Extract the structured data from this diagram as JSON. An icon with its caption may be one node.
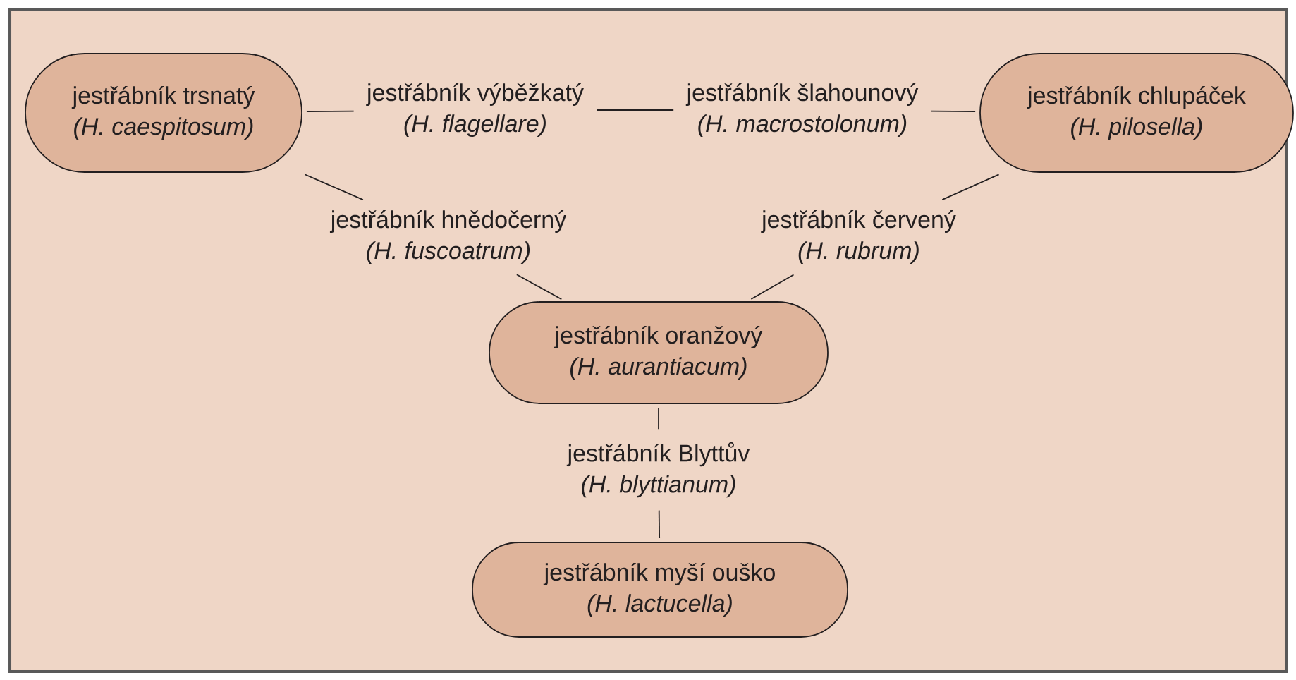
{
  "diagram": {
    "nodes": [
      {
        "text": [
          "jestřábník trsnatý",
          "(H. caespitosum)"
        ]
      },
      {
        "text": [
          "jestřábník chlupáček",
          "(H. pilosella)"
        ]
      },
      {
        "text": [
          "jestřábník oranžový",
          "(H. aurantiacum)"
        ]
      },
      {
        "text": [
          "jestřábník myší ouško",
          "(H. lactucella)"
        ]
      },
      {
        "text": [
          "jestřábník výběžkatý",
          "(H. flagellare)"
        ]
      },
      {
        "text": [
          "jestřábník šlahounový",
          "(H. macrostolonum)"
        ]
      },
      {
        "text": [
          "jestřábník hnědočerný",
          "(H. fuscoatrum)"
        ]
      },
      {
        "text": [
          "jestřábník červený",
          "(H. rubrum)"
        ]
      },
      {
        "text": [
          "jestřábník Blyttův",
          "(H. blyttianum)"
        ]
      }
    ],
    "edges": [
      {
        "from": 0,
        "to": 4,
        "arrow": "none"
      },
      {
        "from": 4,
        "to": 5,
        "arrow": "none"
      },
      {
        "from": 5,
        "to": 1,
        "arrow": "none"
      },
      {
        "from": 0,
        "to": 6,
        "arrow": "none"
      },
      {
        "from": 6,
        "to": 2,
        "arrow": "none"
      },
      {
        "from": 1,
        "to": 7,
        "arrow": "none"
      },
      {
        "from": 7,
        "to": 2,
        "arrow": "none"
      },
      {
        "from": 2,
        "to": 8,
        "arrow": "none"
      },
      {
        "from": 8,
        "to": 3,
        "arrow": "none"
      }
    ]
  }
}
